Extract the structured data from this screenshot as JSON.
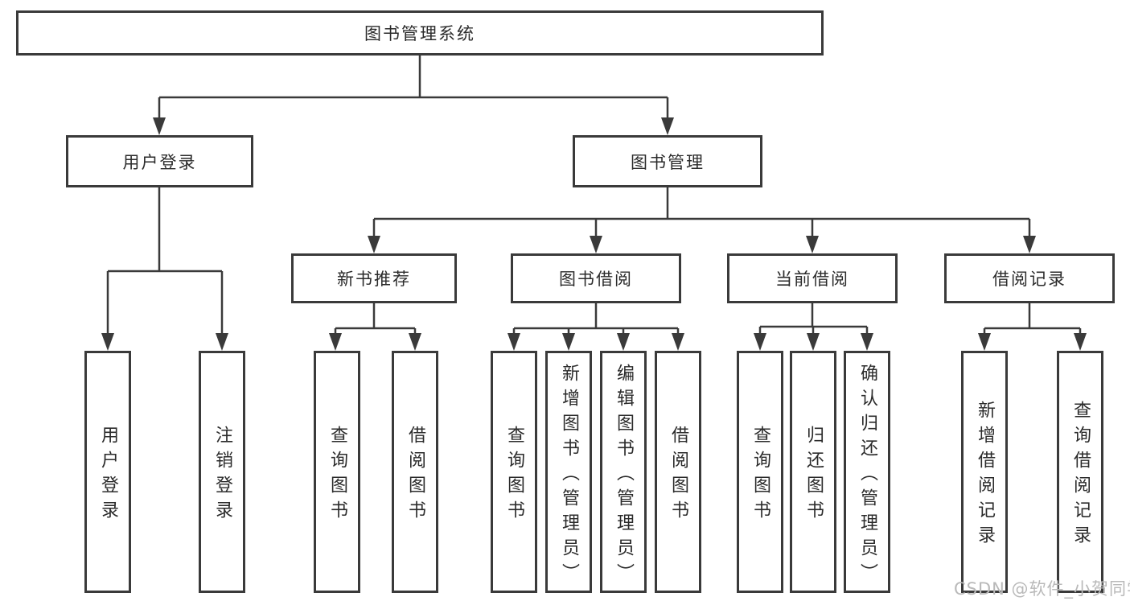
{
  "tree": {
    "label": "图书管理系统",
    "children": [
      {
        "label": "用户登录",
        "children": [
          {
            "label": "用户登录"
          },
          {
            "label": "注销登录"
          }
        ]
      },
      {
        "label": "图书管理",
        "children": [
          {
            "label": "新书推荐",
            "children": [
              {
                "label": "查询图书"
              },
              {
                "label": "借阅图书"
              }
            ]
          },
          {
            "label": "图书借阅",
            "children": [
              {
                "label": "查询图书"
              },
              {
                "label": "新增图书（管理员）"
              },
              {
                "label": "编辑图书（管理员）"
              },
              {
                "label": "借阅图书"
              }
            ]
          },
          {
            "label": "当前借阅",
            "children": [
              {
                "label": "查询图书"
              },
              {
                "label": "归还图书"
              },
              {
                "label": "确认归还（管理员）"
              }
            ]
          },
          {
            "label": "借阅记录",
            "children": [
              {
                "label": "新增借阅记录"
              },
              {
                "label": "查询借阅记录"
              }
            ]
          }
        ]
      }
    ]
  },
  "watermark": "CSDN @软件_小贺同学",
  "colors": {
    "line": "#3a3a3a",
    "text": "#2b2b2b",
    "watermark": "#b9b9b9",
    "background": "#ffffff"
  }
}
